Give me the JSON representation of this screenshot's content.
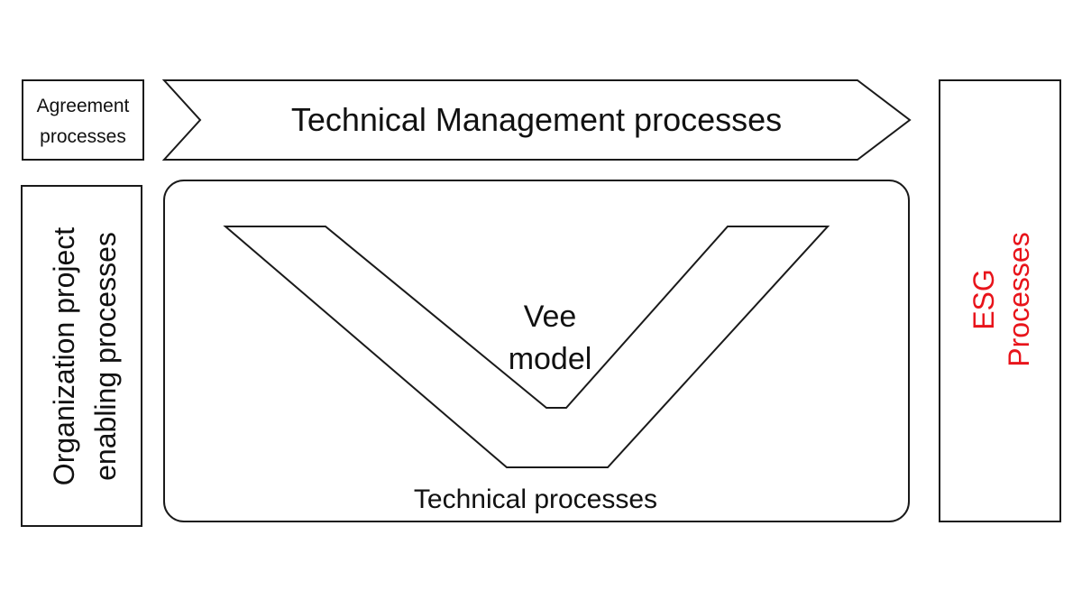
{
  "diagram": {
    "agreement": {
      "lines": [
        "Agreement",
        "processes"
      ]
    },
    "technical_management": {
      "label": "Technical Management processes"
    },
    "organization": {
      "lines": [
        "Organization project",
        "enabling processes"
      ]
    },
    "technical": {
      "label": "Technical processes"
    },
    "vee_model": {
      "lines": [
        "Vee",
        "model"
      ]
    },
    "esg": {
      "lines": [
        "ESG",
        "Processes"
      ],
      "color": "#e8141b"
    }
  }
}
